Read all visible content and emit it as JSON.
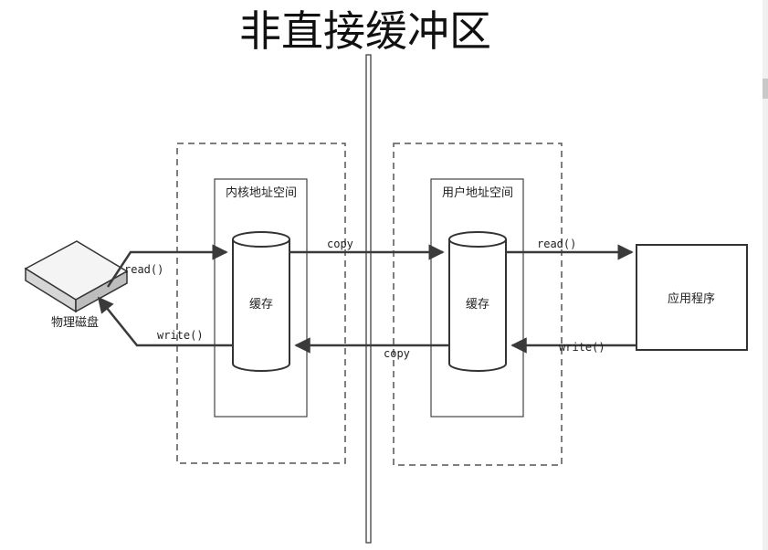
{
  "title": "非直接缓冲区",
  "kernel_space": {
    "label": "内核地址空间",
    "buffer_label": "缓存"
  },
  "user_space": {
    "label": "用户地址空间",
    "buffer_label": "缓存"
  },
  "disk": {
    "label": "物理磁盘"
  },
  "app": {
    "label": "应用程序"
  },
  "arrows": {
    "disk_read": "read()",
    "disk_write": "write()",
    "copy_to_user": "copy",
    "copy_to_kernel": "copy",
    "app_read": "read()",
    "app_write": "write()"
  },
  "colors": {
    "line": "#3a3a3a",
    "dashed": "#555555",
    "disk_face": "#f4f4f4"
  }
}
